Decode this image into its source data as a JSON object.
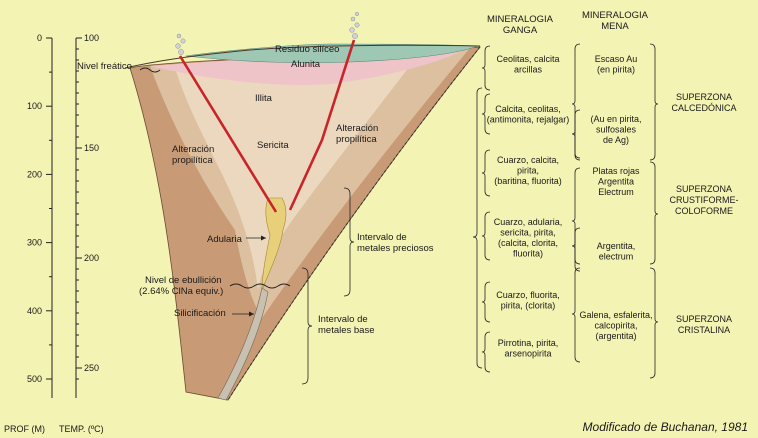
{
  "axes": {
    "depth_title": "PROF (M)",
    "temp_title": "TEMP. (ºC)",
    "depth_ticks": [
      "0",
      "100",
      "200",
      "300",
      "400",
      "500"
    ],
    "temp_ticks": [
      "100",
      "150",
      "200",
      "250"
    ]
  },
  "zones": {
    "residuo": "Residuo silíceo",
    "alunita": "Alunita",
    "illita": "Illita",
    "sericita": "Sericita",
    "propilitica_left": [
      "Alteración",
      "propilítica"
    ],
    "propilitica_right": [
      "Alteración",
      "propilítica"
    ],
    "adularia": "Adularia",
    "silicificacion": "Silicificación",
    "nivel_freatico": "Nivel freático",
    "ebullicion": [
      "Nivel de ebullición",
      "(2.64% ClNa equiv.)"
    ]
  },
  "intervals": {
    "preciosos": [
      "Intervalo de",
      "metales preciosos"
    ],
    "base": [
      "Intervalo de",
      "metales base"
    ]
  },
  "table": {
    "header_ganga": [
      "MINERALOGIA",
      "GANGA"
    ],
    "header_mena": [
      "MINERALOGIA",
      "MENA"
    ],
    "ganga": [
      [
        "Ceolitas, calcita",
        "arcillas"
      ],
      [
        "Calcita, ceolitas,",
        "(antimonita, rejalgar)"
      ],
      [
        "Cuarzo, calcita,",
        "pirita,",
        "(baritina, fluorita)"
      ],
      [
        "Cuarzo, adularia,",
        "sericita, pirita,",
        "(calcita, clorita,",
        "fluorita)"
      ],
      [
        "Cuarzo, fluorita,",
        "pirita, (clorita)"
      ],
      [
        "Pirrotina, pirita,",
        "arsenopirita"
      ]
    ],
    "mena": [
      [
        "Escaso Au",
        "(en pirita)"
      ],
      [
        "(Au en pirita,",
        "sulfosales",
        "de Ag)"
      ],
      [
        "Platas rojas",
        "Argentita",
        "Electrum"
      ],
      [
        "Argentita,",
        "electrum"
      ],
      [
        "Galena, esfalerita,",
        "calcopirita,",
        "(argentita)"
      ]
    ],
    "superzonas": [
      [
        "SUPERZONA",
        "CALCEDÓNICA"
      ],
      [
        "SUPERZONA",
        "CRUSTIFORME-",
        "COLOFORME"
      ],
      [
        "SUPERZONA",
        "CRISTALINA"
      ]
    ]
  },
  "credit": "Modificado de Buchanan, 1981"
}
